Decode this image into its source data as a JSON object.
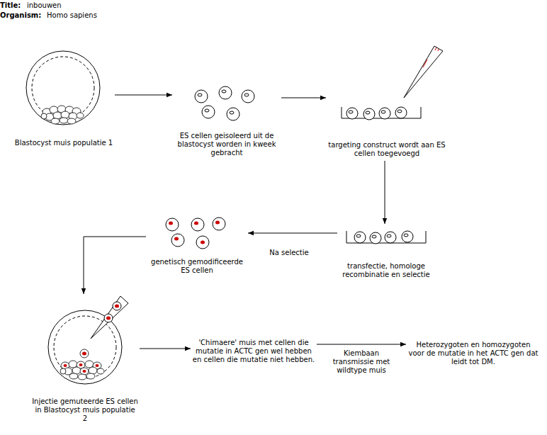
{
  "diagram": {
    "nodes": [
      {
        "text": [
          "Blastocyst muis populatie 1"
        ]
      },
      {
        "text": [
          "ES cellen geisoleerd uit de blastocyst worden in kweek gebracht"
        ]
      },
      {
        "text": [
          "targeting construct wordt aan ES cellen toegevoegd"
        ]
      },
      {
        "text": [
          "transfectie, homologe recombinatie en selectie"
        ]
      },
      {
        "text": [
          "genetisch gemodificeerde ES cellen"
        ]
      },
      {
        "text": [
          "Injectie gemuteerde ES cellen in Blastocyst muis populatie 2"
        ]
      },
      {
        "text": [
          "'Chimaere' muis met cellen die mutatie in ACTC gen wel hebben en cellen die mutatie niet hebben."
        ]
      },
      {
        "text": [
          "Heterozygoten en homozygoten voor de mutatie in het ACTC gen dat leidt tot DM."
        ]
      }
    ],
    "edges": [
      {
        "from": 0,
        "to": 1,
        "arrow": "to"
      },
      {
        "from": 1,
        "to": 2,
        "arrow": "to"
      },
      {
        "from": 2,
        "to": 3,
        "arrow": "to"
      },
      {
        "from": 3,
        "to": 4,
        "arrow": "to",
        "label": "Na selectie"
      },
      {
        "from": 4,
        "to": 5,
        "arrow": "to"
      },
      {
        "from": 5,
        "to": 6,
        "arrow": "to"
      },
      {
        "from": 6,
        "to": 7,
        "arrow": "to",
        "label": "Kiembaan transmissie met wildtype muis"
      }
    ],
    "labels": [
      "Title:",
      "inbouwen",
      "Organism:",
      "Homo sapiens"
    ]
  }
}
